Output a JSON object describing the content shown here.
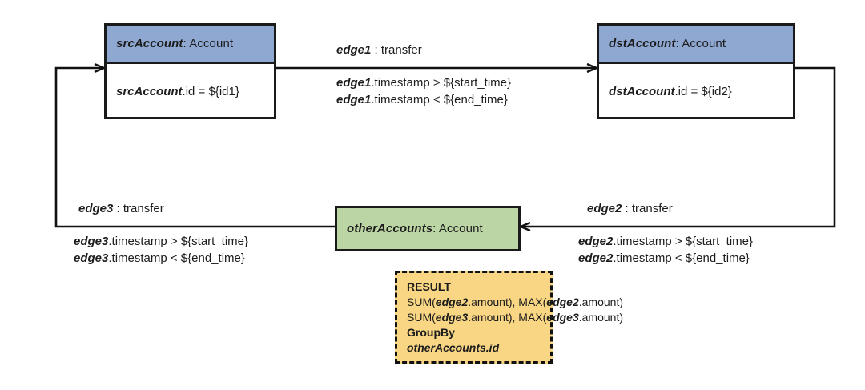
{
  "diagram": {
    "title": "Graph pattern query diagram",
    "colors": {
      "account_header": "#8fa8d2",
      "other_accounts": "#bcd5a4",
      "result_box": "#f8d684",
      "stroke": "#1a1a1a",
      "background": "#ffffff"
    }
  },
  "nodes": {
    "src": {
      "variable": "srcAccount",
      "type_sep": ": ",
      "type": "Account",
      "property": "srcAccount",
      "property_rest": ".id = ${id1}"
    },
    "dst": {
      "variable": "dstAccount",
      "type_sep": ": ",
      "type": "Account",
      "property": "dstAccount",
      "property_rest": ".id = ${id2}"
    },
    "other": {
      "variable": "otherAccounts",
      "type_sep": ": ",
      "type": "Account"
    }
  },
  "edges": {
    "edge1": {
      "name": "edge1",
      "name_sep": " : ",
      "type": "transfer",
      "pred1_var": "edge1",
      "pred1_rest": ".timestamp > ${start_time}",
      "pred2_var": "edge1",
      "pred2_rest": ".timestamp < ${end_time}"
    },
    "edge2": {
      "name": "edge2",
      "name_sep": " : ",
      "type": "transfer",
      "pred1_var": "edge2",
      "pred1_rest": ".timestamp > ${start_time}",
      "pred2_var": "edge2",
      "pred2_rest": ".timestamp < ${end_time}"
    },
    "edge3": {
      "name": "edge3",
      "name_sep": " : ",
      "type": "transfer",
      "pred1_var": "edge3",
      "pred1_rest": ".timestamp > ${start_time}",
      "pred2_var": "edge3",
      "pred2_rest": ".timestamp < ${end_time}"
    }
  },
  "result": {
    "heading": "RESULT",
    "agg_line1_pre": "SUM(",
    "agg_line1_var1": "edge2",
    "agg_line1_mid": ".amount), MAX(",
    "agg_line1_var2": "edge2",
    "agg_line1_post": ".amount)",
    "agg_line2_pre": "SUM(",
    "agg_line2_var1": "edge3",
    "agg_line2_mid": ".amount), MAX(",
    "agg_line2_var2": "edge3",
    "agg_line2_post": ".amount)",
    "groupby_label": "GroupBy",
    "groupby_value": "otherAccounts.id"
  }
}
